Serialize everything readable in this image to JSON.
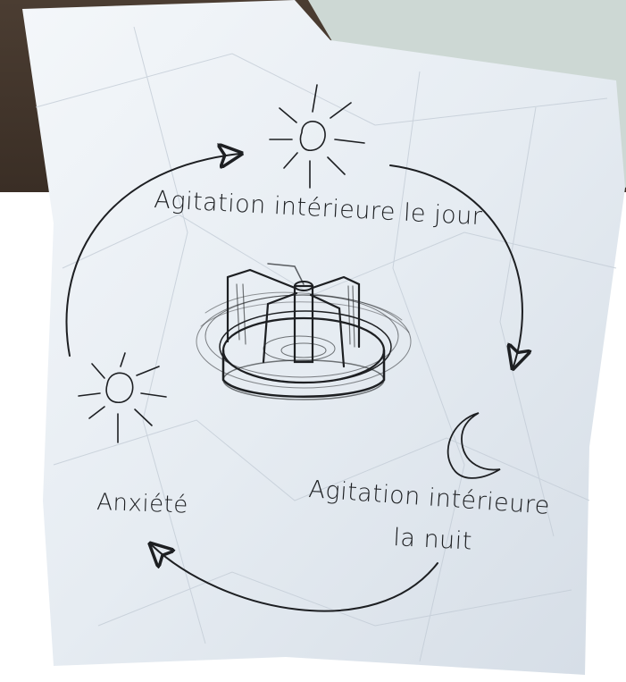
{
  "diagram": {
    "labels": {
      "day_agitation": "Agitation intérieure le jour",
      "night_agitation_line1": "Agitation intérieure",
      "night_agitation_line2": "la nuit",
      "anxiety": "Anxiété"
    },
    "icons": [
      "sun-icon",
      "sun-icon",
      "moon-icon",
      "carousel-icon"
    ],
    "colors": {
      "paper": "#e9eef3",
      "ink": "#1d1f22",
      "background_dark": "#4a3b30"
    }
  }
}
